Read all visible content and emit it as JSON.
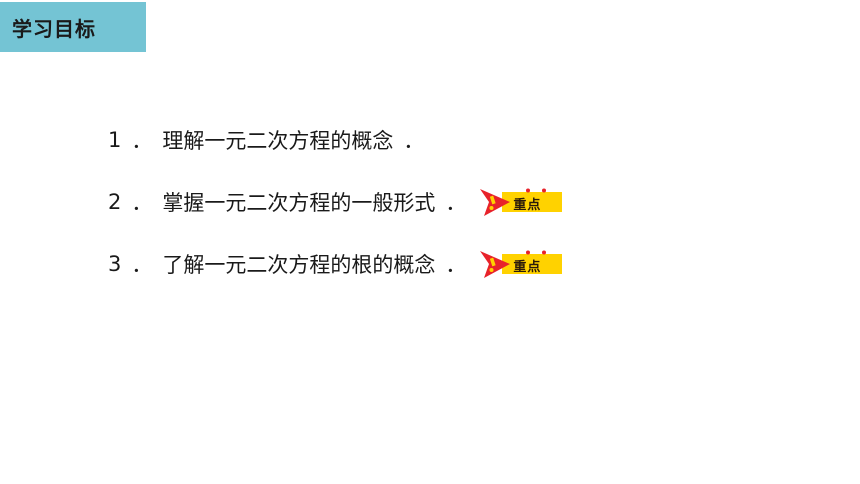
{
  "header": {
    "title": "学习目标",
    "background_color": "#74c4d4"
  },
  "objectives": [
    {
      "number": "1",
      "separator": "．",
      "text": "理解一元二次方程的概念",
      "end": "．",
      "badge": ""
    },
    {
      "number": "2",
      "separator": "．",
      "text": "掌握一元二次方程的一般形式",
      "end": "．",
      "badge": "重点"
    },
    {
      "number": "3",
      "separator": "．",
      "text": "了解一元二次方程的根的概念",
      "end": "．",
      "badge": "重点"
    }
  ],
  "badge_style": {
    "icon": "exclamation-icon",
    "flag_color": "#e8222a",
    "label_bg_color": "#ffd200"
  }
}
